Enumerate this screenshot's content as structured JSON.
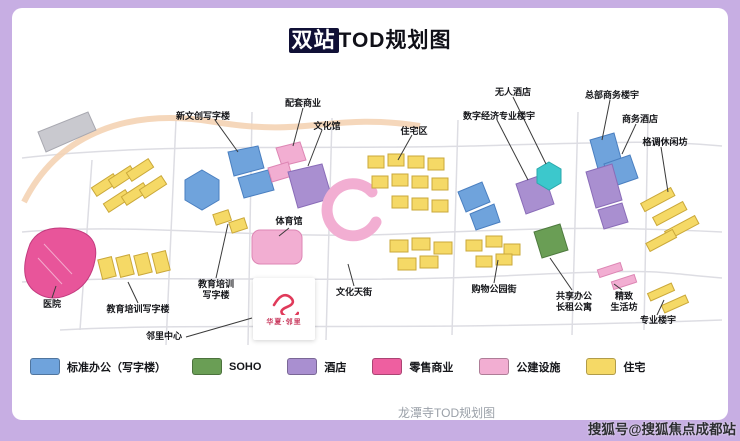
{
  "title": {
    "highlight": "双站",
    "rest": "TOD规划图"
  },
  "map": {
    "center_logo": {
      "brand": "华夏·邻里"
    },
    "landmark_caption": "龙潭寺TOD规划图",
    "labels": [
      {
        "id": "peitao-shangye",
        "text": "配套商业"
      },
      {
        "id": "xinwenchuang",
        "text": "新文创写字楼"
      },
      {
        "id": "wenhuaguan",
        "text": "文化馆"
      },
      {
        "id": "zhuzhaiqu",
        "text": "住宅区"
      },
      {
        "id": "shuzi-jingji",
        "text": "数字经济专业楼宇"
      },
      {
        "id": "wuren-jiudian",
        "text": "无人酒店"
      },
      {
        "id": "zongbu-shangwu",
        "text": "总部商务楼宇"
      },
      {
        "id": "shangwu-jiudian",
        "text": "商务酒店"
      },
      {
        "id": "gediao-xiuxian",
        "text": "格调休闲坊"
      },
      {
        "id": "tiyuguan",
        "text": "体育馆"
      },
      {
        "id": "yiyuan",
        "text": "医院"
      },
      {
        "id": "jiaoyu-peixun-1",
        "text": "教育培训写字楼"
      },
      {
        "id": "jiaoyu-peixun-2",
        "text": "教育培训\n写字楼"
      },
      {
        "id": "linli-zhongxin",
        "text": "邻里中心"
      },
      {
        "id": "wenhua-tianjie",
        "text": "文化天街"
      },
      {
        "id": "gouwu-gongyuan",
        "text": "购物公园街"
      },
      {
        "id": "gongxiang-bangong",
        "text": "共享办公\n长租公寓"
      },
      {
        "id": "jingzhi-shenghuo",
        "text": "精致\n生活坊"
      },
      {
        "id": "zhuanye-louyu",
        "text": "专业楼宇"
      }
    ]
  },
  "legend": {
    "items": [
      {
        "label": "标准办公（写字楼）",
        "color": "#6fa3dc"
      },
      {
        "label": "SOHO",
        "color": "#6a9e55"
      },
      {
        "label": "酒店",
        "color": "#a98fd0"
      },
      {
        "label": "零售商业",
        "color": "#ee5fa0"
      },
      {
        "label": "公建设施",
        "color": "#f2aed2"
      },
      {
        "label": "住宅",
        "color": "#f5d966"
      }
    ]
  },
  "watermark": {
    "text": "搜狐号@搜狐焦点成都站"
  }
}
